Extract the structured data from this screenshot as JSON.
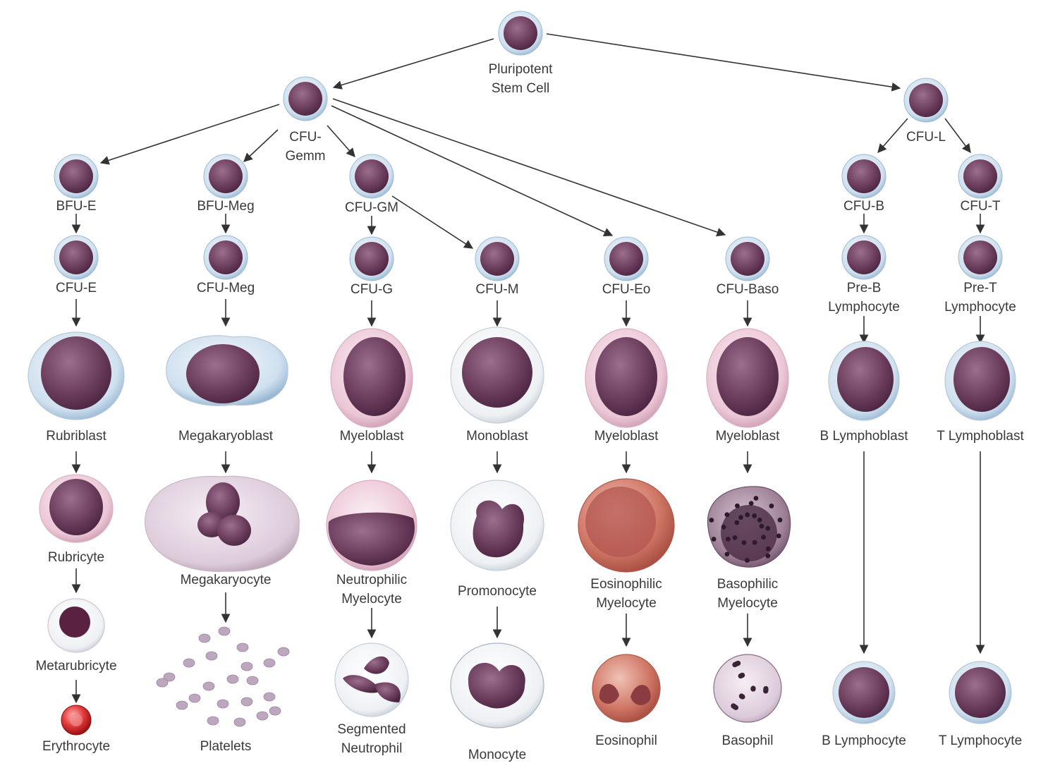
{
  "stem": "Pluripotent Stem Cell",
  "myeloid_progenitor": "CFU-Gemm",
  "lymphoid_progenitor": "CFU-L",
  "columns": [
    {
      "labels": [
        "BFU-E",
        "CFU-E",
        "Rubriblast",
        "Rubricyte",
        "Metarubricyte",
        "Erythrocyte"
      ]
    },
    {
      "labels": [
        "BFU-Meg",
        "CFU-Meg",
        "Megakaryoblast",
        "Megakaryocyte",
        "Platelets"
      ]
    },
    {
      "labels": [
        "CFU-GM",
        "CFU-G",
        "Myeloblast",
        "Neutrophilic Myelocyte",
        "Segmented Neutrophil"
      ]
    },
    {
      "labels": [
        "CFU-M",
        "Monoblast",
        "Promonocyte",
        "Monocyte"
      ]
    },
    {
      "labels": [
        "CFU-Eo",
        "Myeloblast",
        "Eosinophilic Myelocyte",
        "Eosinophil"
      ]
    },
    {
      "labels": [
        "CFU-Baso",
        "Myeloblast",
        "Basophilic Myelocyte",
        "Basophil"
      ]
    },
    {
      "labels": [
        "CFU-B",
        "Pre-B Lymphocyte",
        "B Lymphoblast",
        "B Lymphocyte"
      ]
    },
    {
      "labels": [
        "CFU-T",
        "Pre-T Lymphocyte",
        "T Lymphoblast",
        "T Lymphocyte"
      ]
    }
  ]
}
